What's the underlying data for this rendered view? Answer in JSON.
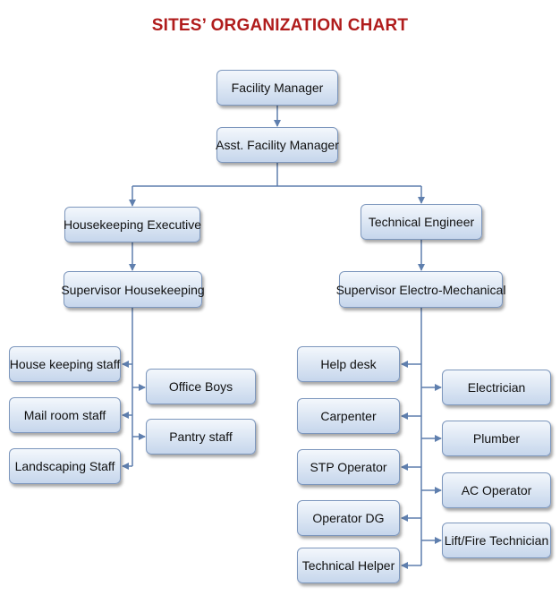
{
  "title": "SITES’ ORGANIZATION CHART",
  "colors": {
    "title": "#b01c1c",
    "connector": "#5f7fae",
    "node_border": "#7d97bd"
  },
  "nodes": {
    "facility_manager": "Facility Manager",
    "asst_facility_manager": "Asst. Facility Manager",
    "housekeeping_executive": "Housekeeping Executive",
    "technical_engineer": "Technical Engineer",
    "supervisor_housekeeping": "Supervisor Housekeeping",
    "supervisor_electro_mechanical": "Supervisor Electro-Mechanical",
    "house_keeping_staff": "House keeping staff",
    "mail_room_staff": "Mail room staff",
    "landscaping_staff": "Landscaping Staff",
    "office_boys": "Office Boys",
    "pantry_staff": "Pantry staff",
    "help_desk": "Help desk",
    "carpenter": "Carpenter",
    "stp_operator": "STP Operator",
    "operator_dg": "Operator DG",
    "technical_helper": "Technical Helper",
    "electrician": "Electrician",
    "plumber": "Plumber",
    "ac_operator": "AC Operator",
    "lift_fire_technician": "Lift/Fire Technician"
  }
}
